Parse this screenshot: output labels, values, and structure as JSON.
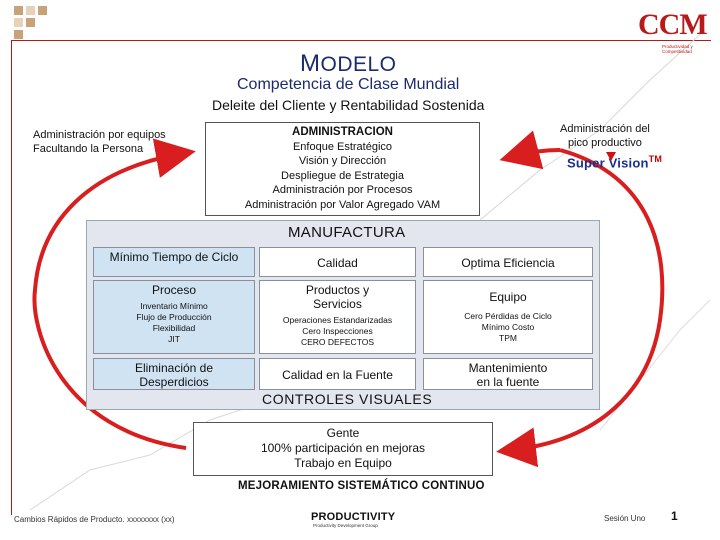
{
  "header": {
    "title_first_letter": "M",
    "title_rest": "ODELO",
    "subtitle": "Competencia de Clase Mundial",
    "tagline": "Deleite del Cliente y Rentabilidad Sostenida"
  },
  "logo": {
    "ccm": "CCM",
    "ccm_sub": "Productividad y Competitividad"
  },
  "left_note": {
    "line1": "Administración por equipos",
    "line2": "Facultando la Persona"
  },
  "right_note": {
    "line1": "Administración del",
    "line2": "pico productivo",
    "brand": "Super Vision",
    "brand_tm": "TM"
  },
  "administracion": {
    "title": "ADMINISTRACION",
    "items": [
      "Enfoque Estratégico",
      "Visión y Dirección",
      "Despliegue de Estrategia",
      "Administración por Procesos",
      "Administración por Valor Agregado VAM"
    ]
  },
  "manufactura": {
    "title": "MANUFACTURA",
    "controles": "CONTROLES VISUALES",
    "cells": {
      "r1c1": "Mínimo Tiempo de Ciclo",
      "r1c2": "Calidad",
      "r1c3": "Optima Eficiencia",
      "r2c1_head": "Proceso",
      "r2c1_items": [
        "Inventario Mínimo",
        "Flujo de Producción",
        "Flexibilidad",
        "JIT"
      ],
      "r2c2_head": "Productos y Servicios",
      "r2c2_items": [
        "Operaciones Estandarizadas",
        "Cero Inspecciones",
        "CERO DEFECTOS"
      ],
      "r2c3_head": "Equipo",
      "r2c3_items": [
        "Cero Pérdidas de Ciclo",
        "Mínimo Costo",
        "TPM"
      ],
      "r3c1": "Eliminación de Desperdicios",
      "r3c2": "Calidad en la Fuente",
      "r3c3": "Mantenimiento en la fuente"
    }
  },
  "gente": {
    "title": "Gente",
    "line2": "100% participación en mejoras",
    "line3": "Trabajo en Equipo"
  },
  "mejora": "MEJORAMIENTO SISTEMÁTICO CONTINUO",
  "footer": {
    "left": "Cambios Rápidos de Producto. xxxxxxxx (xx)",
    "middle": "PRODUCTIVITY",
    "middle_sub": "Productivity Development Group",
    "right": "Sesión Uno",
    "page": "1"
  },
  "colors": {
    "arrow": "#d81e1e",
    "blue_cell": "#cfe3f3",
    "panel": "#e3e6ee",
    "brand_red": "#b61a1a"
  }
}
